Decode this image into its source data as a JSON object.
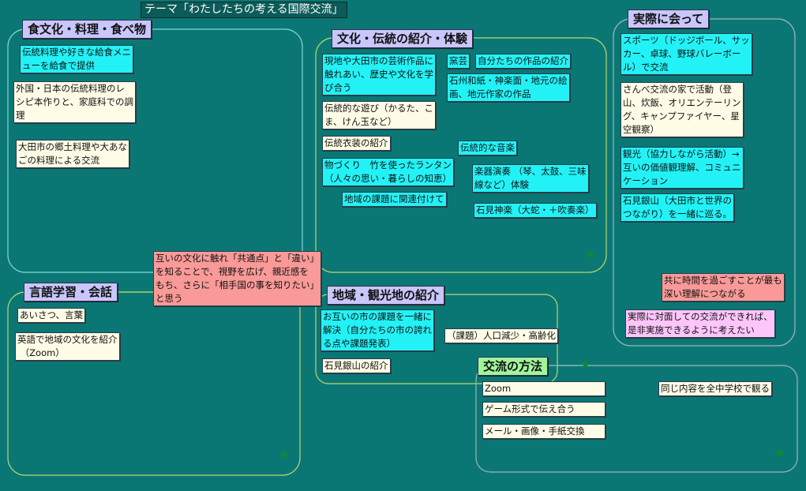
{
  "title": "テーマ「わたしたちの考える国際交流」",
  "center": "互いの文化に触れ「共通点」と「違い」\nを知ることで、視野を広げ、親近感を\nもち、さらに「相手国の事を知りたい」\nと思う",
  "food": {
    "header": "食文化・料理・食べ物",
    "items": [
      "伝統料理や好きな給食メニ\nューを給食で提供",
      "外国・日本の伝統料理のレ\nシピ本作りと、家庭科での調\n理",
      "大田市の郷土料理や大あな\nごの料理による交流"
    ]
  },
  "culture": {
    "header": "文化・伝統の紹介・体験",
    "items": [
      "現地や大田市の芸術作品に\n触れあい、歴史や文化を学\nび合う",
      "窯芸",
      "自分たちの作品の紹介",
      "石州和紙・神楽面・地元の絵\n画、地元作家の作品",
      "伝統的な遊び（かるた、こ\nま、けん玉など）",
      "伝統衣装の紹介",
      "物づくり　竹を使ったランタン\n（人々の思い・暮らしの知恵）",
      "地域の課題に関連付けて",
      "伝統的な音楽",
      "楽器演奏 （琴、太鼓、三味\n線など）体験",
      "石見神楽（大蛇・＋吹奏楽）"
    ]
  },
  "meet": {
    "header": "実際に会って",
    "items": [
      "スポーツ（ドッジボール、サッ\nカー、卓球、野球バレーボー\nル）で交流",
      "さんべ交流の家で活動（登\n山、炊飯、オリエンテーリン\nグ、キャンプファイヤー、星\n空観察）",
      "観光（協力しながら活動）→\n互いの価値観理解、コミュニ\nケーション",
      "石見銀山（大田市と世界の\nつながり）を一緒に巡る。",
      "共に時間を過ごすことが最も\n深い理解につながる",
      "実際に対面しての交流ができれば、\n是非実施できるように考えたい"
    ]
  },
  "language": {
    "header": "言語学習・会話",
    "items": [
      "あいさつ、言葉",
      "英語で地域の文化を紹介\n （Zoom）"
    ]
  },
  "region": {
    "header": "地域・観光地の紹介",
    "items": [
      "お互いの市の課題を一緒に\n解決（自分たちの市の誇れ\nる点や課題発表）",
      "（課題）人口減少・高齢化",
      "石見銀山の紹介"
    ]
  },
  "method": {
    "header": "交流の方法",
    "items": [
      "Zoom",
      "ゲーム形式で伝え合う",
      "メール・画像・手紙交換",
      "同じ内容を全中学校で観る"
    ]
  },
  "colors": {
    "background": "#0b7775",
    "cyan": "#22f2f6",
    "cream": "#fefbe6",
    "pink": "#f99a98",
    "header": "#c9c6fb",
    "method_header": "#9ff59c",
    "star": "#0b8a3a"
  }
}
